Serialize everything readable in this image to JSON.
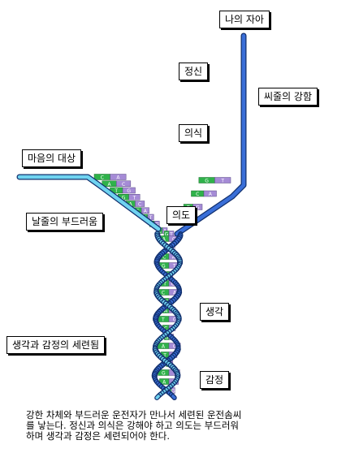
{
  "labels": {
    "my_self": "나의 자아",
    "spirit": "정신",
    "consciousness": "의식",
    "warp_strength": "씨줄의 강함",
    "object_of_mind": "마음의 대상",
    "weft_softness": "날줄의 부드러움",
    "intention": "의도",
    "thought": "생각",
    "refinement": "생각과 감정의 세련됨",
    "emotion": "감정"
  },
  "caption": "강한 차체와 부드러운 운전자가 만나서 세련된 운전솜씨\n를 낳는다. 정신과 의식은 강해야 하고 의도는 부드러워\n하며 생각과 감정은 세련되어야 한다.",
  "colors": {
    "strand_dark": "#3a6fd8",
    "strand_light": "#6fd3f0",
    "strand_edge": "#12306e",
    "base_green": "#2fb24a",
    "base_purple": "#a58bd6",
    "base_letter": "#ffffff"
  },
  "base_letters": [
    "C",
    "G",
    "A",
    "T"
  ]
}
